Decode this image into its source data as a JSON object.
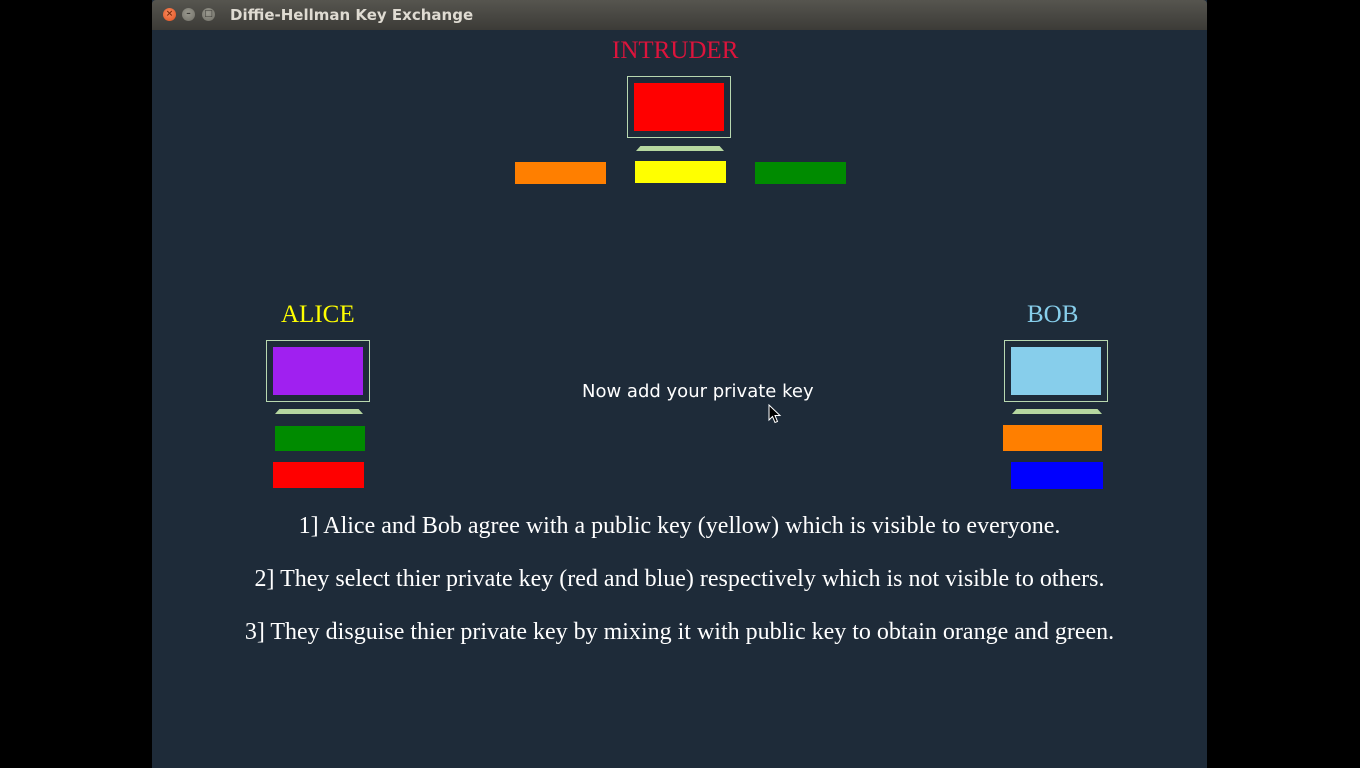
{
  "window": {
    "title": "Diffie-Hellman Key Exchange"
  },
  "colors": {
    "background": "#1e2b39",
    "intruder_label": "#dc143c",
    "alice_label": "#ffff00",
    "bob_label": "#87ceeb",
    "red": "#ff0000",
    "yellow": "#ffff00",
    "orange": "#ff7f00",
    "green": "#008b00",
    "blue": "#0000ff",
    "purple": "#a020f0",
    "skyblue": "#87ceeb"
  },
  "intruder": {
    "label": "INTRUDER",
    "screen_color": "red",
    "keys": [
      "orange",
      "yellow",
      "green"
    ]
  },
  "alice": {
    "label": "ALICE",
    "screen_color": "purple",
    "keys": [
      "green",
      "red"
    ]
  },
  "bob": {
    "label": "BOB",
    "screen_color": "skyblue",
    "keys": [
      "orange",
      "blue"
    ]
  },
  "prompt": "Now add your private key",
  "steps": [
    "1] Alice and Bob agree with a public key (yellow) which is visible to everyone.",
    "2] They select thier private key (red and blue) respectively which is not visible to others.",
    "3] They disguise thier private key by mixing it with public key to obtain orange and green."
  ]
}
